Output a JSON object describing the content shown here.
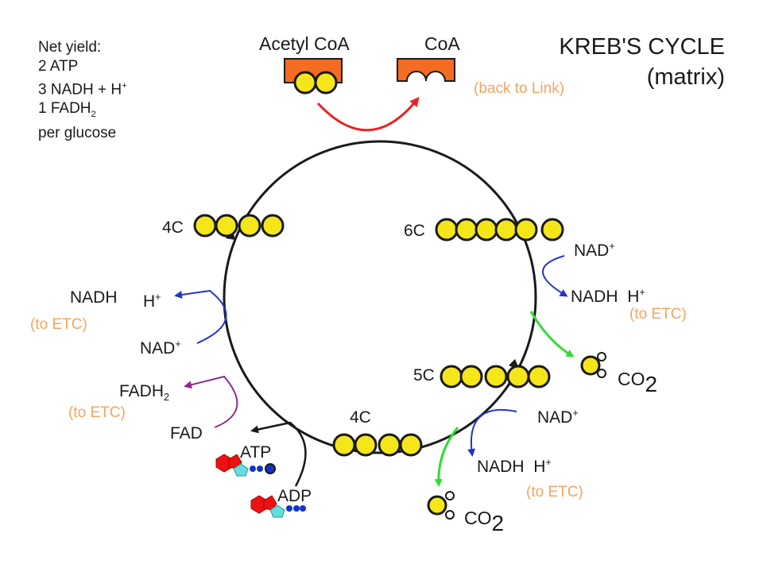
{
  "title": {
    "line1": "KREB'S CYCLE",
    "line2": "(matrix)"
  },
  "net_yield": {
    "heading": "Net yield:",
    "atp": "2 ATP",
    "nadh_main": "3 NADH + H",
    "nadh_sup": "+",
    "fadh_main": "1 FADH",
    "fadh_sub": "2",
    "per": "per glucose"
  },
  "inputs": {
    "acetyl_coa": "Acetyl CoA",
    "coa": "CoA",
    "back_to_link": "(back to Link)"
  },
  "intermediates": {
    "c6": "6C",
    "c5": "5C",
    "c4_bottom": "4C",
    "c4_left": "4C"
  },
  "cofactors": {
    "nad": "NAD",
    "nadh": "NADH",
    "h": "H",
    "plus": "+",
    "fadh": "FADH",
    "two": "2",
    "fad": "FAD",
    "atp": "ATP",
    "adp": "ADP",
    "co": "CO",
    "to_etc": "(to ETC)"
  },
  "colors": {
    "cycle": "#1a1a1a",
    "carbon": "#f5e61a",
    "coa_block": "#f36c21",
    "acetyl_arrow": "#ee2222",
    "nad_arrow": "#2233cc",
    "co2_arrow": "#33dd33",
    "fad_arrow": "#8b2a8b",
    "etc_text": "#f4a460"
  }
}
